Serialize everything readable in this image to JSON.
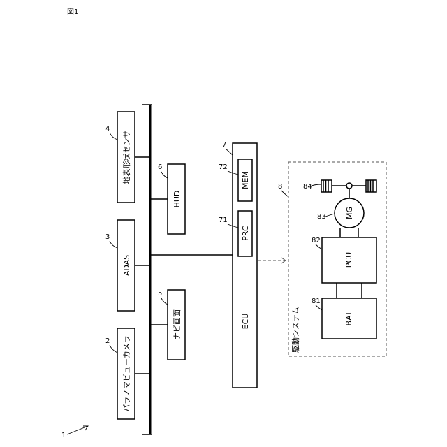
{
  "figure_label": "図1",
  "system_ref": "1",
  "components": {
    "camera": {
      "ref": "2",
      "label": "パラノマビューカメラ"
    },
    "adas": {
      "ref": "3",
      "label": "ADAS"
    },
    "sensor": {
      "ref": "4",
      "label": "地表形状センサ"
    },
    "navi": {
      "ref": "5",
      "label": "ナビ画面"
    },
    "hud": {
      "ref": "6",
      "label": "HUD"
    },
    "ecu": {
      "ref": "7",
      "label": "ECU"
    },
    "prc": {
      "ref": "71",
      "label": "PRC"
    },
    "mem": {
      "ref": "72",
      "label": "MEM"
    },
    "drive": {
      "ref": "8",
      "label": "駆動システム"
    },
    "bat": {
      "ref": "81",
      "label": "BAT"
    },
    "pcu": {
      "ref": "82",
      "label": "PCU"
    },
    "mg": {
      "ref": "83",
      "label": "MG"
    },
    "wheels": {
      "ref": "84"
    }
  }
}
